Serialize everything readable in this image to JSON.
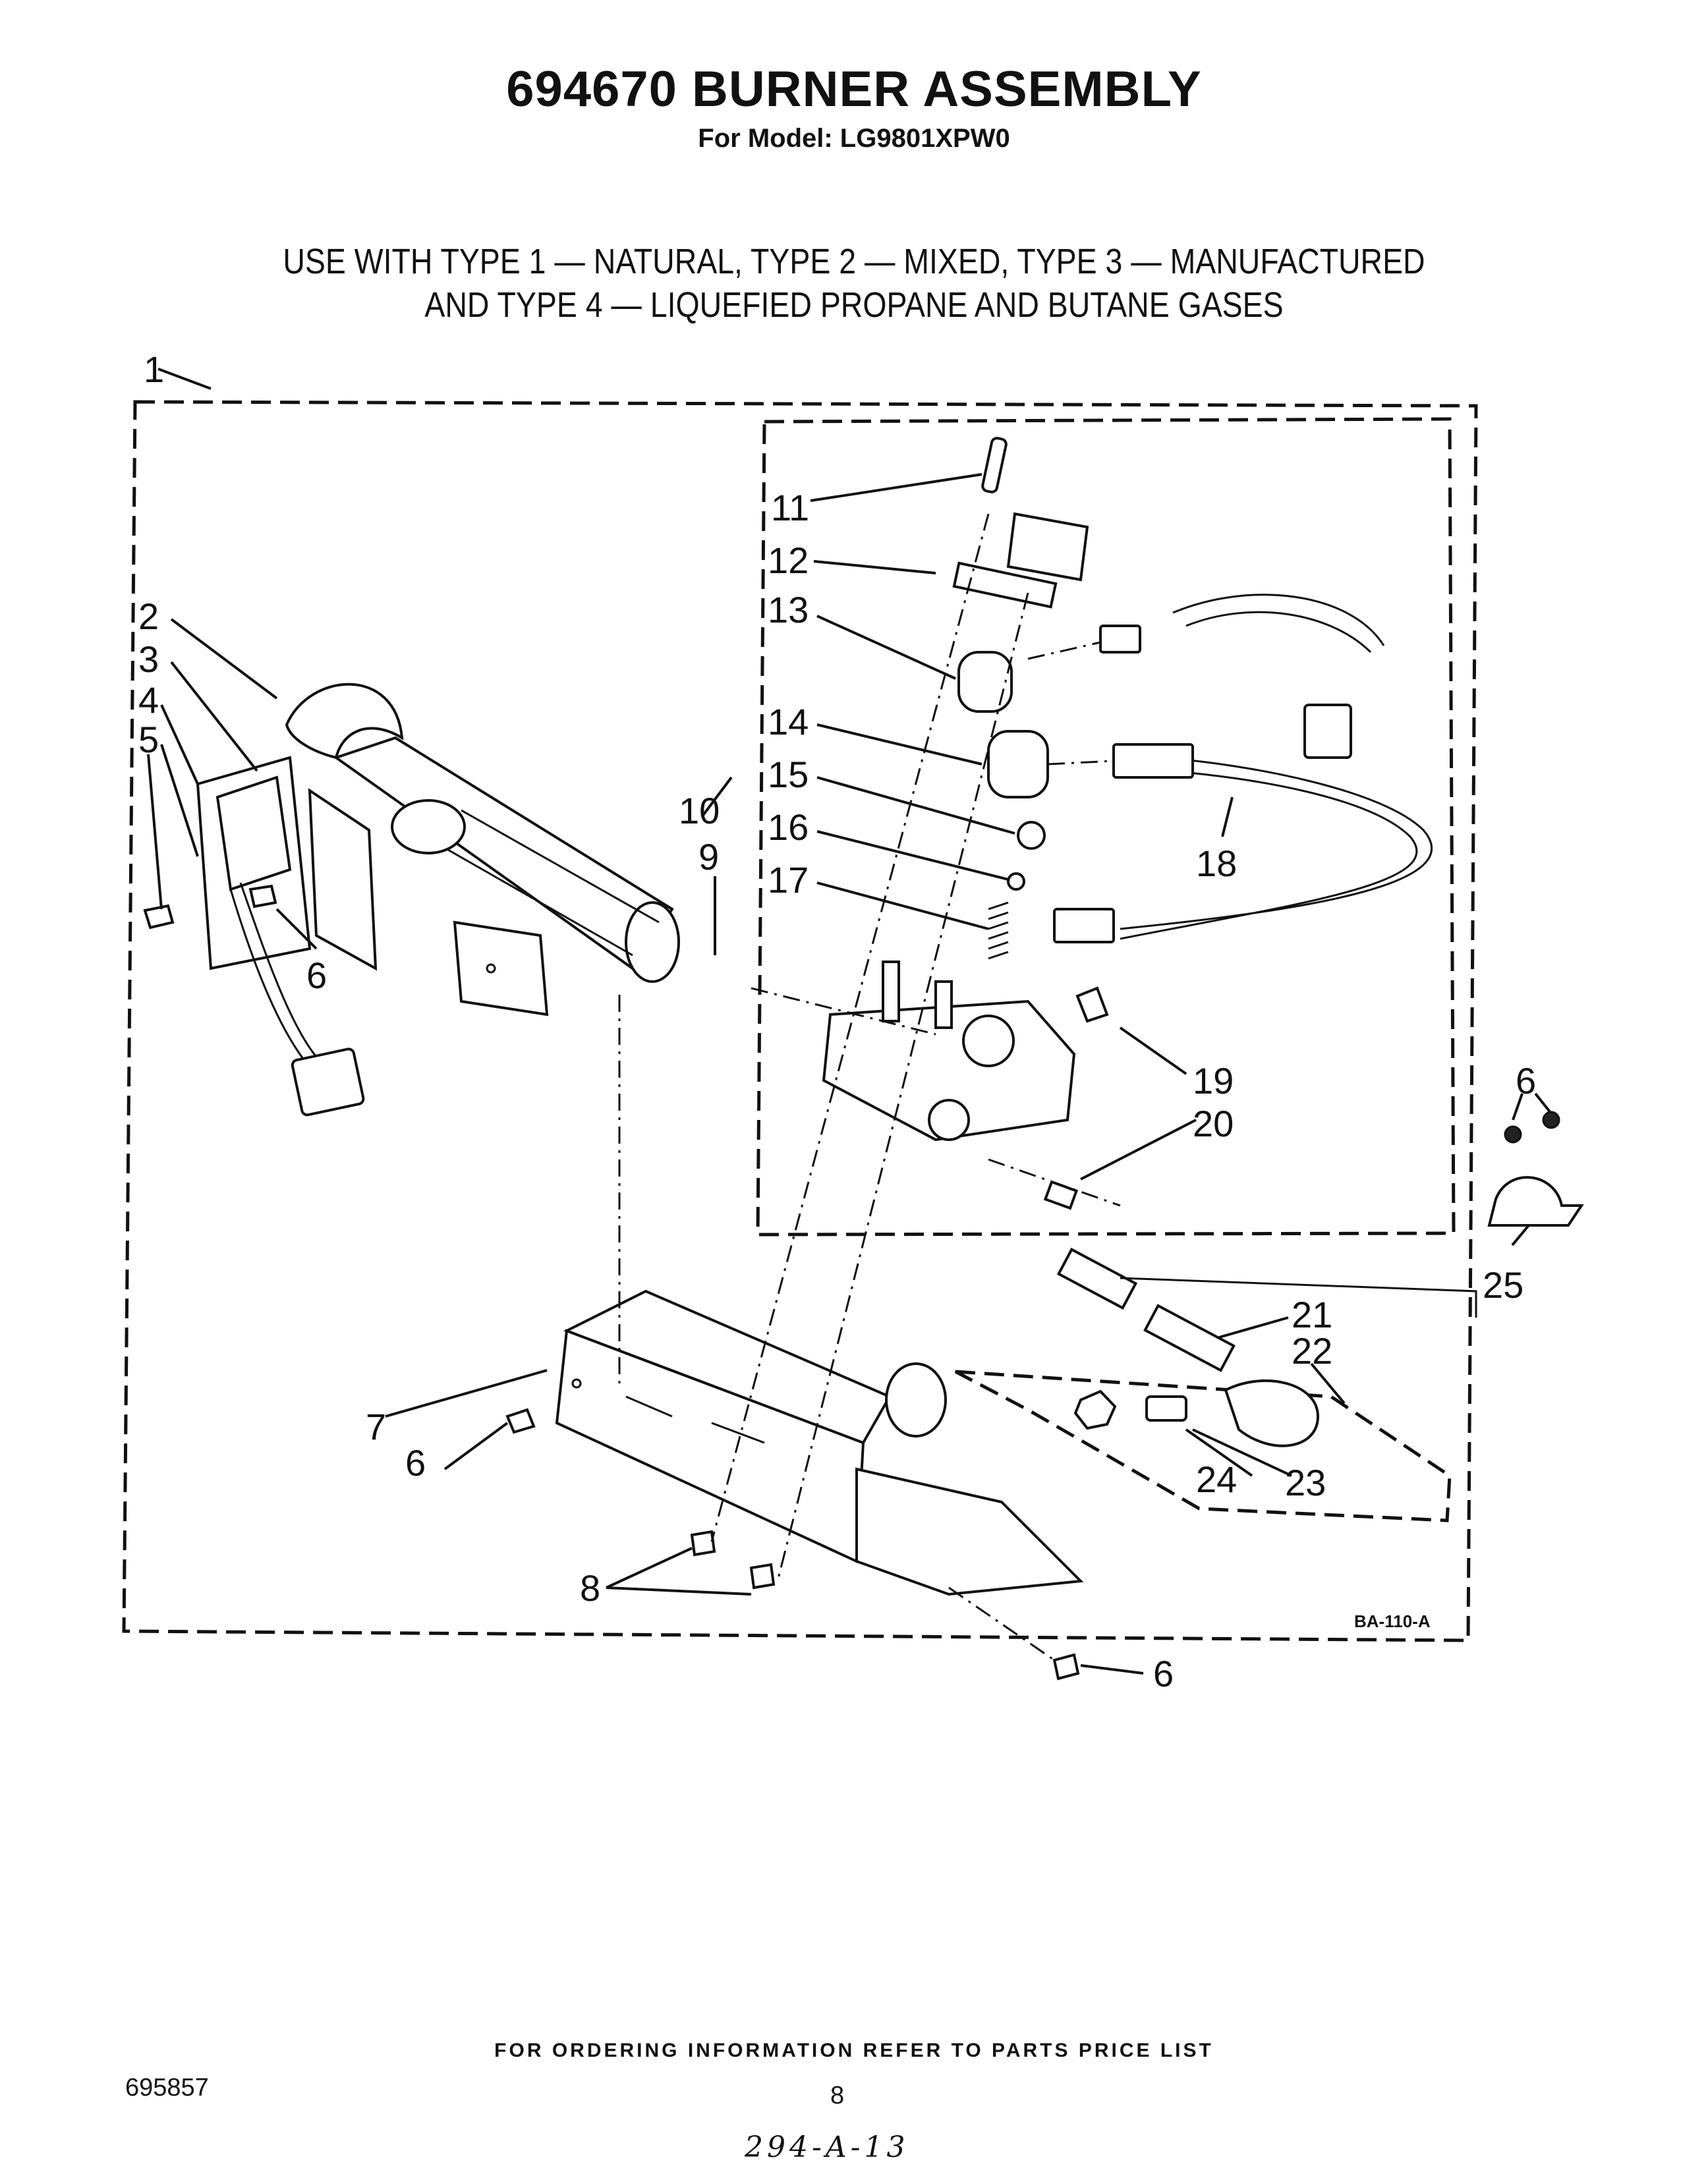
{
  "header": {
    "title": "694670 BURNER ASSEMBLY",
    "subtitle": "For Model: LG9801XPW0",
    "gas_line_1": "USE WITH TYPE 1 — NATURAL, TYPE 2 — MIXED, TYPE 3 — MANUFACTURED",
    "gas_line_2": "AND TYPE 4 — LIQUEFIED PROPANE AND BUTANE GASES"
  },
  "diagram": {
    "reference_code": "BA-110-A",
    "callouts": {
      "c1": "1",
      "c2": "2",
      "c3": "3",
      "c4": "4",
      "c5": "5",
      "c6a": "6",
      "c6b": "6",
      "c6c": "6",
      "c6d": "6",
      "c7": "7",
      "c8": "8",
      "c9": "9",
      "c10": "10",
      "c11": "11",
      "c12": "12",
      "c13": "13",
      "c14": "14",
      "c15": "15",
      "c16": "16",
      "c17": "17",
      "c18": "18",
      "c19": "19",
      "c20": "20",
      "c21": "21",
      "c22": "22",
      "c23": "23",
      "c24": "24",
      "c25": "25"
    }
  },
  "footer": {
    "ordering_note": "FOR ORDERING INFORMATION REFER TO PARTS PRICE LIST",
    "document_number": "695857",
    "page_number": "8",
    "handwritten_note": "294-A-13"
  }
}
